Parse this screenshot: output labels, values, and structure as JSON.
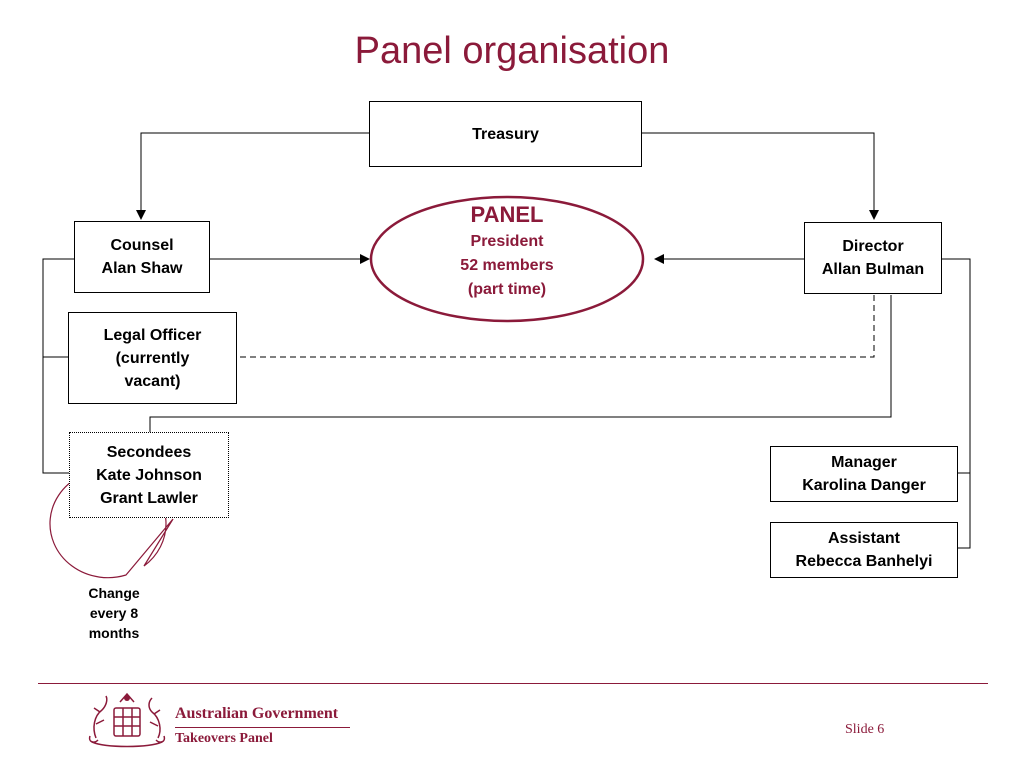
{
  "title": "Panel organisation",
  "treasury": "Treasury",
  "panel": {
    "heading": "PANEL",
    "line1": "President",
    "line2": "52 members",
    "line3": "(part time)"
  },
  "counsel": {
    "role": "Counsel",
    "name": "Alan Shaw"
  },
  "director": {
    "role": "Director",
    "name": "Allan Bulman"
  },
  "legal_officer": {
    "line1": "Legal Officer",
    "line2": "(currently",
    "line3": "vacant)"
  },
  "secondees": {
    "role": "Secondees",
    "name1": "Kate Johnson",
    "name2": "Grant Lawler"
  },
  "manager": {
    "role": "Manager",
    "name": "Karolina Danger"
  },
  "assistant": {
    "role": "Assistant",
    "name": "Rebecca Banhelyi"
  },
  "callout": {
    "line1": "Change",
    "line2": "every 8",
    "line3": "months"
  },
  "footer": {
    "gov_line1": "Australian Government",
    "gov_line2": "Takeovers Panel",
    "slide": "Slide 6"
  },
  "colors": {
    "accent": "#8b1a3a"
  }
}
